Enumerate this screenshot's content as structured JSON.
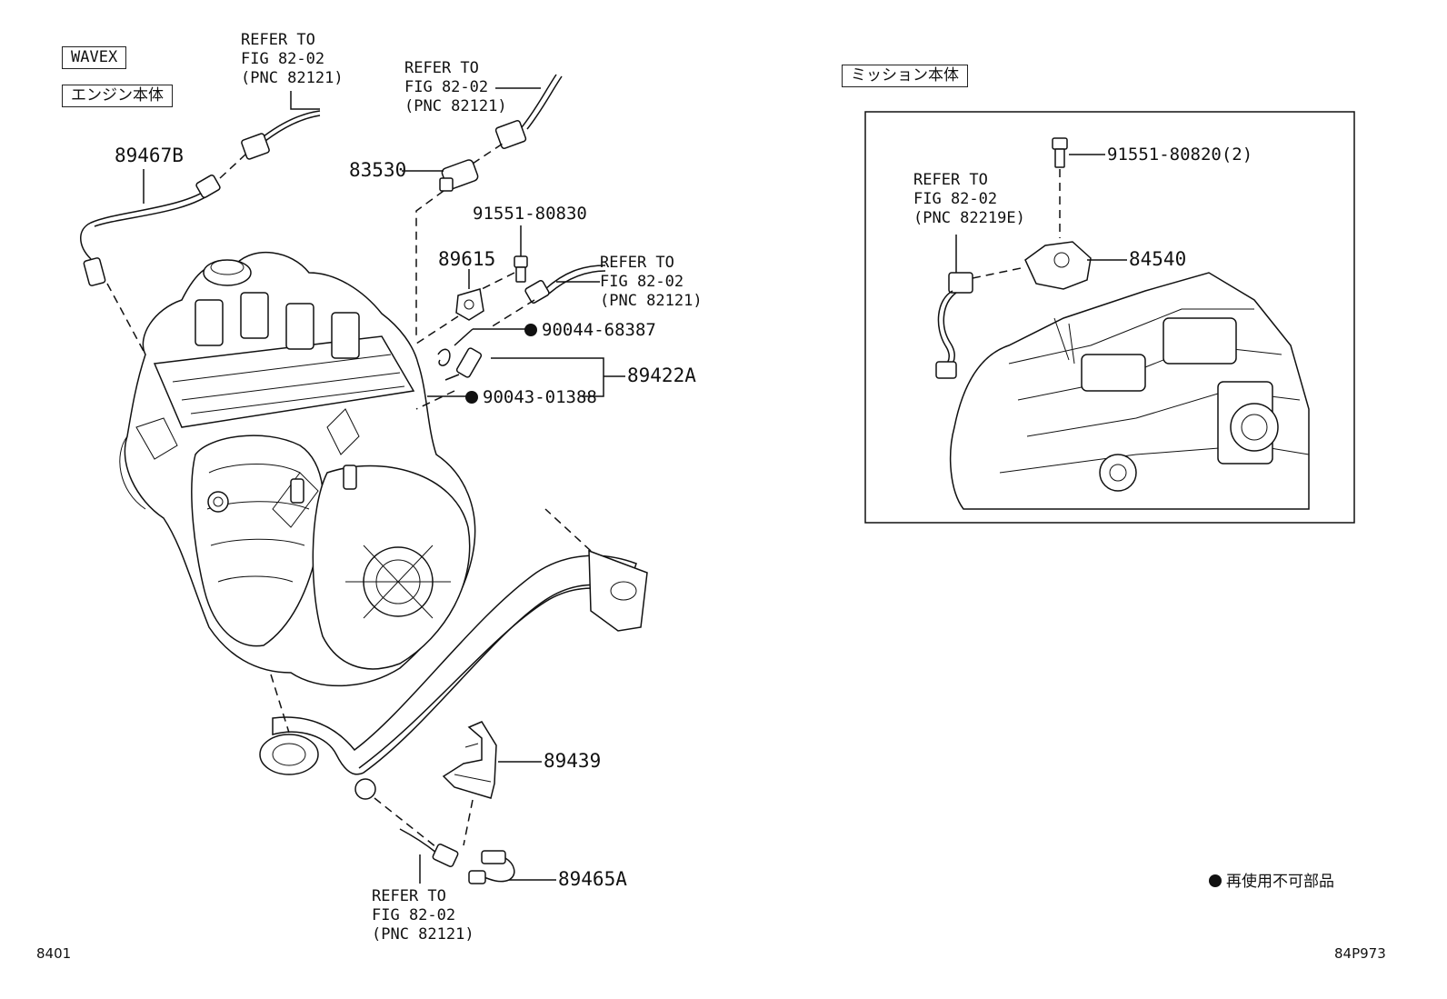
{
  "labels": {
    "wavex": "WAVEX",
    "engine_body": "エンジン本体",
    "mission_body": "ミッション本体",
    "legend_text": "再使用不可部品"
  },
  "refer_notes": {
    "top_left": [
      "REFER TO",
      "FIG 82-02",
      "(PNC 82121)"
    ],
    "top_center": [
      "REFER TO",
      "FIG 82-02",
      "(PNC 82121)"
    ],
    "right_of_89615": [
      "REFER TO",
      "FIG 82-02",
      "(PNC 82121)"
    ],
    "bottom": [
      "REFER TO",
      "FIG 82-02",
      "(PNC 82121)"
    ],
    "transmission": [
      "REFER TO",
      "FIG 82-02",
      "(PNC 82219E)"
    ]
  },
  "parts": {
    "p89467B": "89467B",
    "p83530": "83530",
    "p91551_80830": "91551-80830",
    "p89615": "89615",
    "p90044_68387": "90044-68387",
    "p89422A": "89422A",
    "p90043_01388": "90043-01388",
    "p89439": "89439",
    "p89465A": "89465A",
    "p91551_80820": "91551-80820(2)",
    "p84540": "84540"
  },
  "non_reusable_marked": [
    "90044-68387",
    "90043-01388"
  ],
  "footer": {
    "left_code": "8401",
    "right_code": "84P973"
  }
}
